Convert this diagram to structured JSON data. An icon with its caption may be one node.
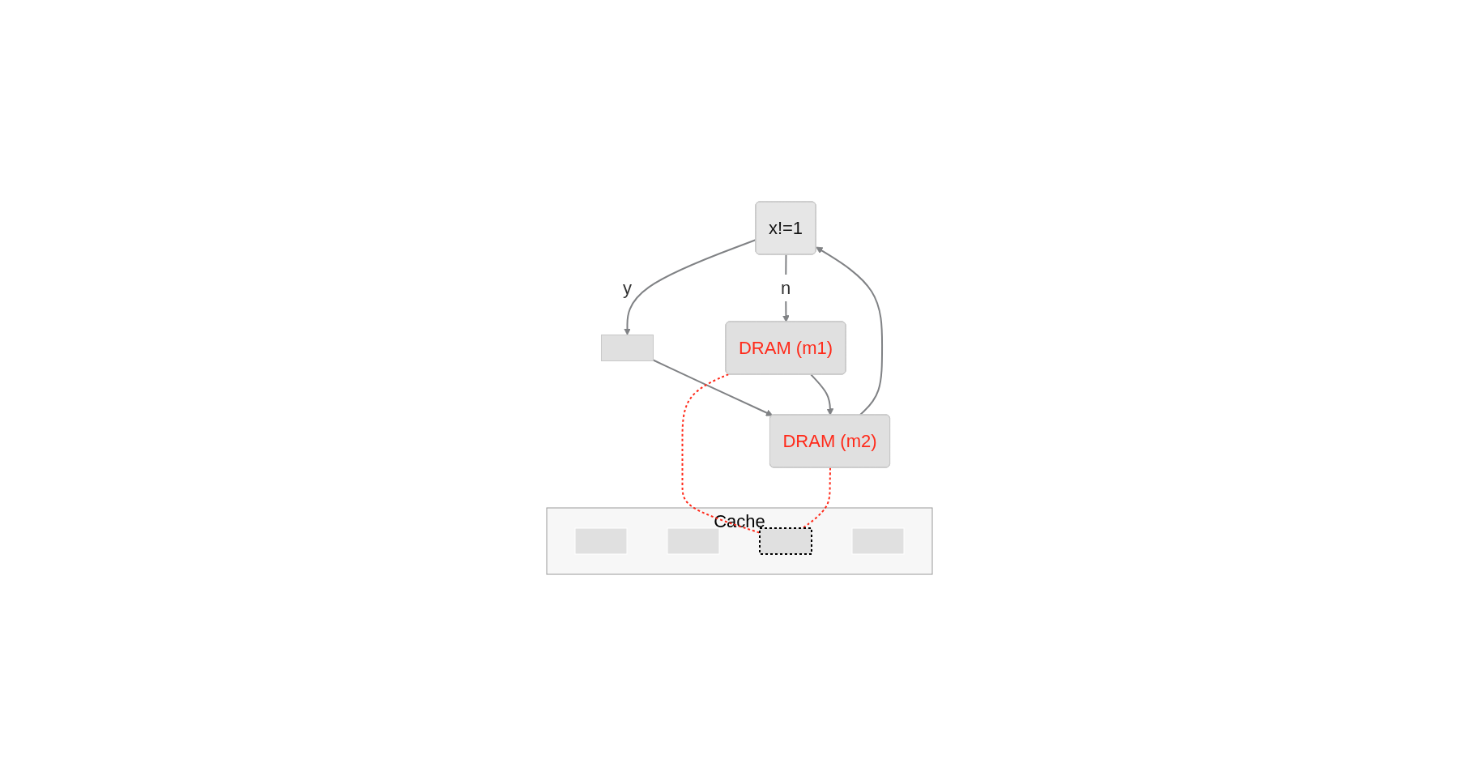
{
  "diagram": {
    "nodes": [
      {
        "text": [
          "x!=1"
        ]
      },
      {
        "text": [],
        "shape": "box"
      },
      {
        "text": [
          "DRAM (m1)"
        ]
      },
      {
        "text": [
          "DRAM (m2)"
        ]
      },
      {
        "text": [
          "Cache"
        ]
      },
      {
        "text": [],
        "shape": "box",
        "in": 4
      },
      {
        "text": [],
        "shape": "box",
        "in": 4
      },
      {
        "text": [],
        "shape": "box",
        "in": 4
      },
      {
        "text": [],
        "shape": "box",
        "in": 4
      }
    ],
    "edges": [
      {
        "from": 0,
        "to": 1,
        "arrow": "to",
        "label": "y"
      },
      {
        "from": 0,
        "to": 2,
        "arrow": "to",
        "label": "n"
      },
      {
        "from": 1,
        "to": 3,
        "arrow": "to"
      },
      {
        "from": 2,
        "to": 3,
        "arrow": "to"
      },
      {
        "from": 3,
        "to": 0,
        "arrow": "to"
      },
      {
        "from": 2,
        "to": 7,
        "arrow": "none",
        "style": "dashed",
        "color": "#ff2a1a"
      },
      {
        "from": 3,
        "to": 7,
        "arrow": "none",
        "style": "dashed",
        "color": "#ff2a1a"
      }
    ]
  }
}
